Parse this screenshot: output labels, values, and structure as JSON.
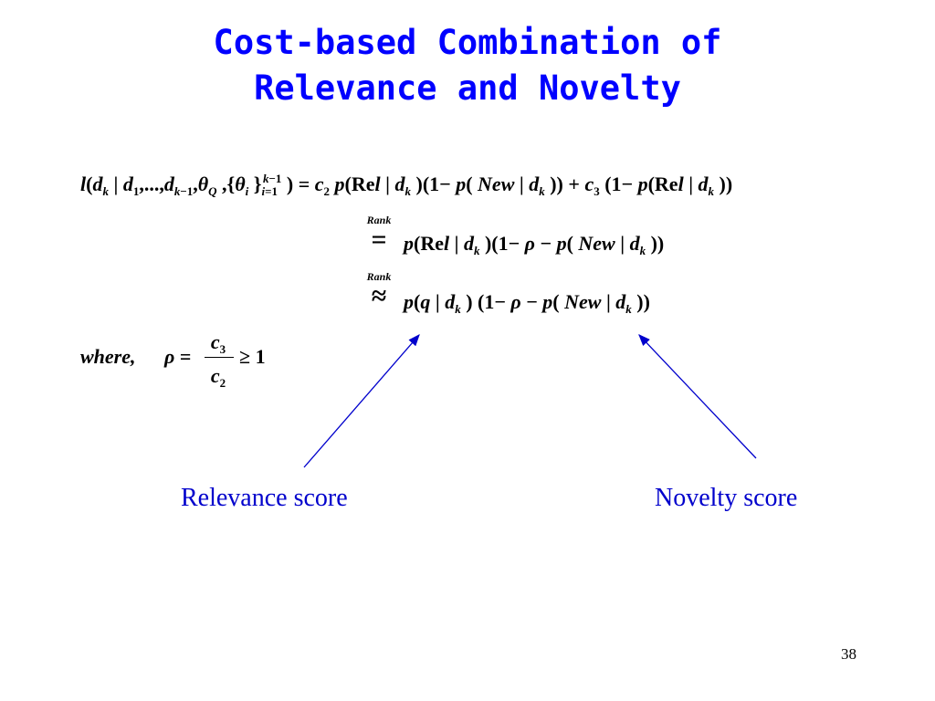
{
  "slide": {
    "title_line1": "Cost-based Combination of",
    "title_line2": "Relevance and Novelty",
    "rank_label_1": "Rank",
    "rank_label_2": "Rank",
    "equals_symbol": "=",
    "approx_symbol": "≈",
    "where_text": "where",
    "relevance_caption": "Relevance score",
    "novelty_caption": "Novelty score",
    "page_number": "38"
  },
  "colors": {
    "title": "#0000ff",
    "caption": "#0000cc",
    "arrow": "#0000cc"
  }
}
